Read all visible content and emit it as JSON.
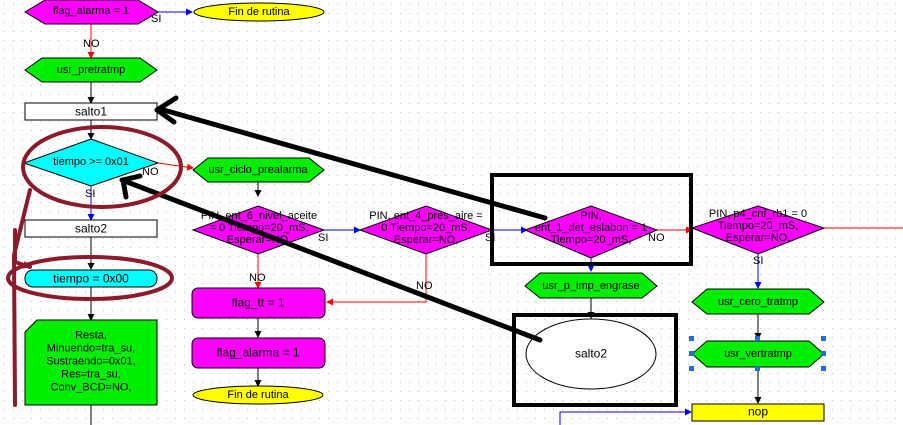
{
  "nodes": {
    "flag_alarma_top": "flag_alarma = 1",
    "fin_top": "Fin de rutina",
    "usr_pretratmp": "usr_pretratmp",
    "salto1": "salto1",
    "tiempo_cmp": "tiempo >= 0x01",
    "salto2_box": "salto2",
    "tiempo_reset": "tiempo = 0x00",
    "resta": "Resta,\nMinuendo=tra_su,\nSustraendo=0x01,\nRes=tra_su,\nConv_BCD=NO,",
    "usr_ciclo_prealarma": "usr_ciclo_prealarma",
    "pin_nivel_aceite": "PIN, ent_6_nivel_aceite\n= 0 Tiempo=20_mS,\nEsperar=NO,",
    "flag_tt": "flag_tt = 1",
    "flag_alarma_bottom": "flag_alarma = 1",
    "fin_bottom": "Fin de rutina",
    "pin_pres_aire": "PIN, ent_4_pres_aire =\n0 Tiempo=20_mS,\nEsperar=NO,",
    "pin_det_eslabon": "PIN,\nent_1_det_eslabon = 1\nTiempo=20_mS,",
    "usr_p_imp_engrase": "usr_p_imp_engrase",
    "salto2_circle": "salto2",
    "pin_cnf_rb1": "PIN, p4_cnf_rb1 = 0\nTiempo=20_mS,\nEsperar=NO,",
    "usr_cero_tratmp": "usr_cero_tratmp",
    "usr_vertratmp": "usr_vertratmp",
    "nop": "nop"
  },
  "edge_labels": {
    "si": "SI",
    "no": "NO"
  },
  "colors": {
    "magenta": "#ff00ff",
    "yellow": "#ffff00",
    "green": "#00ee00",
    "cyan": "#00ffff",
    "flow_blue": "#0000ff",
    "flow_red": "#ff0000",
    "annotation_maroon": "#8b1a2b"
  }
}
